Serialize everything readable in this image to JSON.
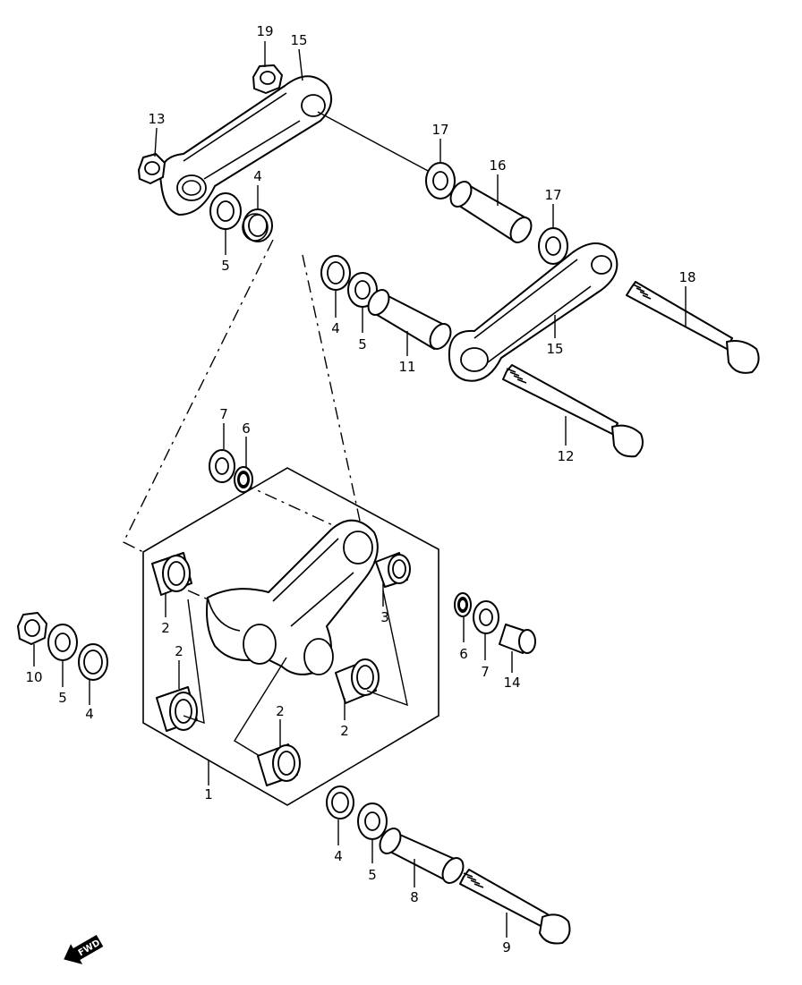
{
  "callouts": {
    "c1": "1",
    "c2a": "2",
    "c2b": "2",
    "c2c": "2",
    "c2d": "2",
    "c3": "3",
    "c4a": "4",
    "c4b": "4",
    "c4c": "4",
    "c4d": "4",
    "c5a": "5",
    "c5b": "5",
    "c5c": "5",
    "c5d": "5",
    "c6a": "6",
    "c6b": "6",
    "c7a": "7",
    "c7b": "7",
    "c8": "8",
    "c9": "9",
    "c10": "10",
    "c11": "11",
    "c12": "12",
    "c13": "13",
    "c14": "14",
    "c15a": "15",
    "c15b": "15",
    "c16": "16",
    "c17a": "17",
    "c17b": "17",
    "c18": "18",
    "c19": "19"
  },
  "fwd_label": "FWD"
}
